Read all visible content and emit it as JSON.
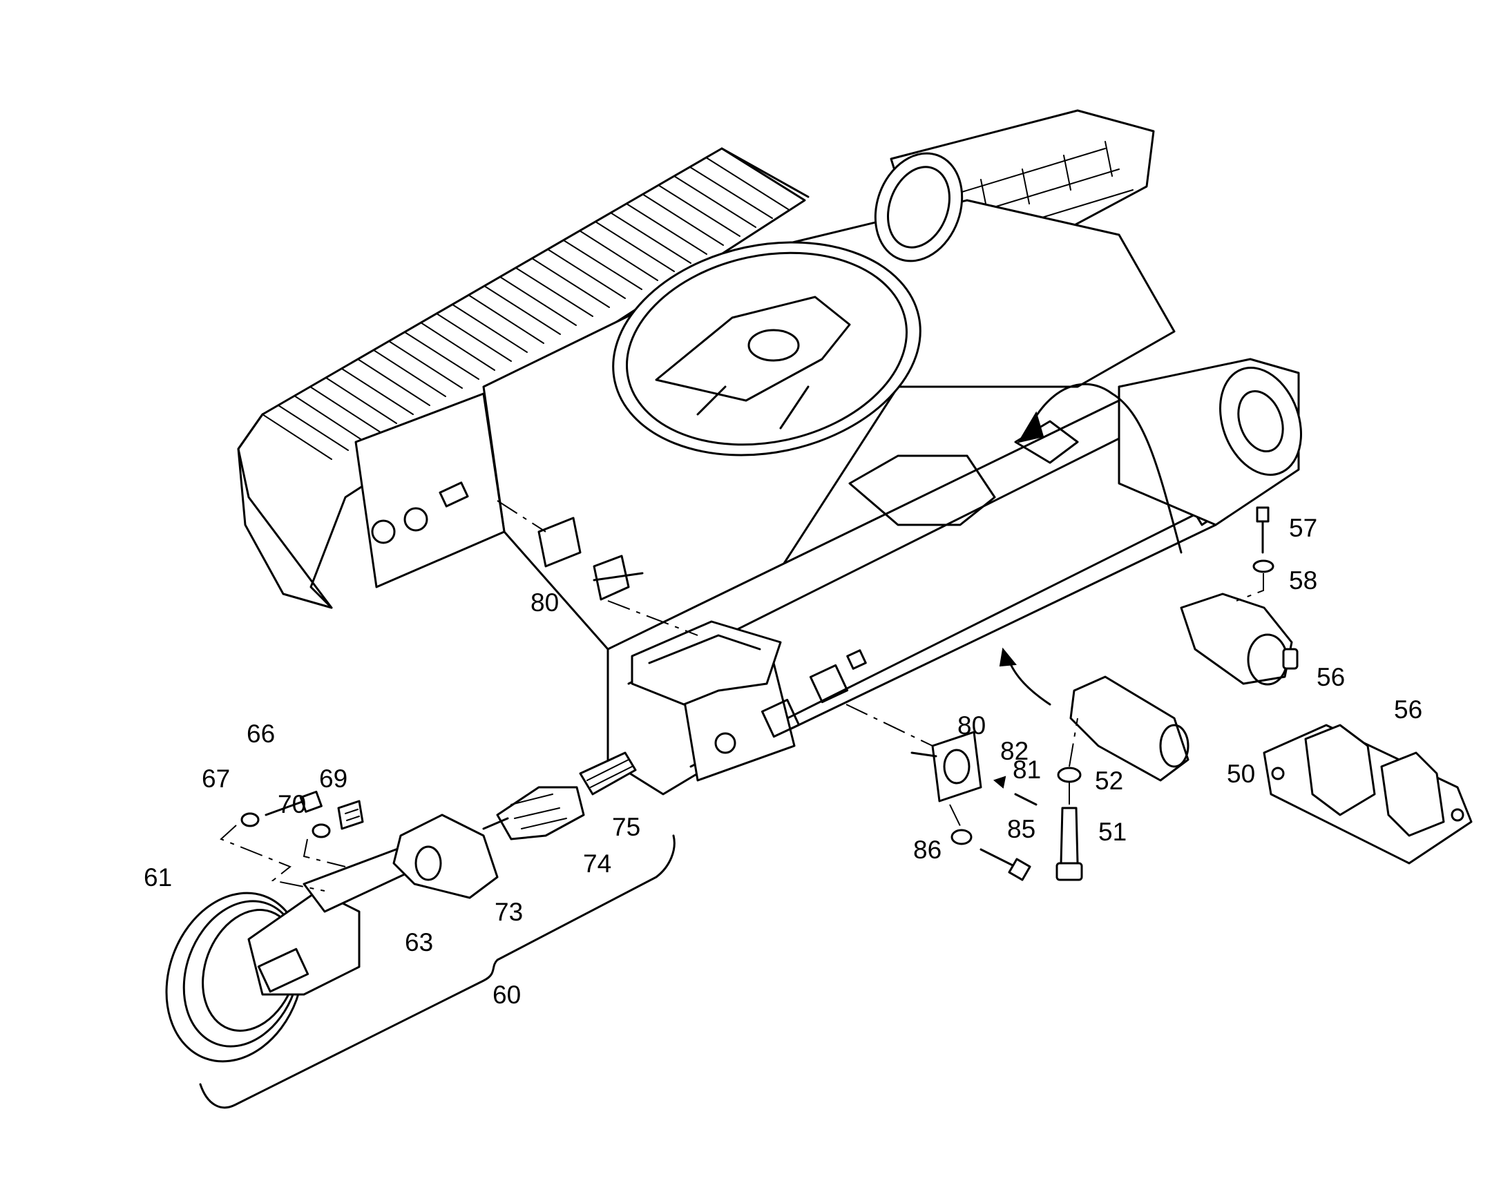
{
  "callouts": {
    "p50": "50",
    "p51": "51",
    "p52": "52",
    "p56a": "56",
    "p56b": "56",
    "p57": "57",
    "p58": "58",
    "p60": "60",
    "p61": "61",
    "p63": "63",
    "p66": "66",
    "p67": "67",
    "p69": "69",
    "p70": "70",
    "p73": "73",
    "p74": "74",
    "p75": "75",
    "p80a": "80",
    "p80b": "80",
    "p81": "81",
    "p82": "82",
    "p85": "85",
    "p86": "86"
  }
}
